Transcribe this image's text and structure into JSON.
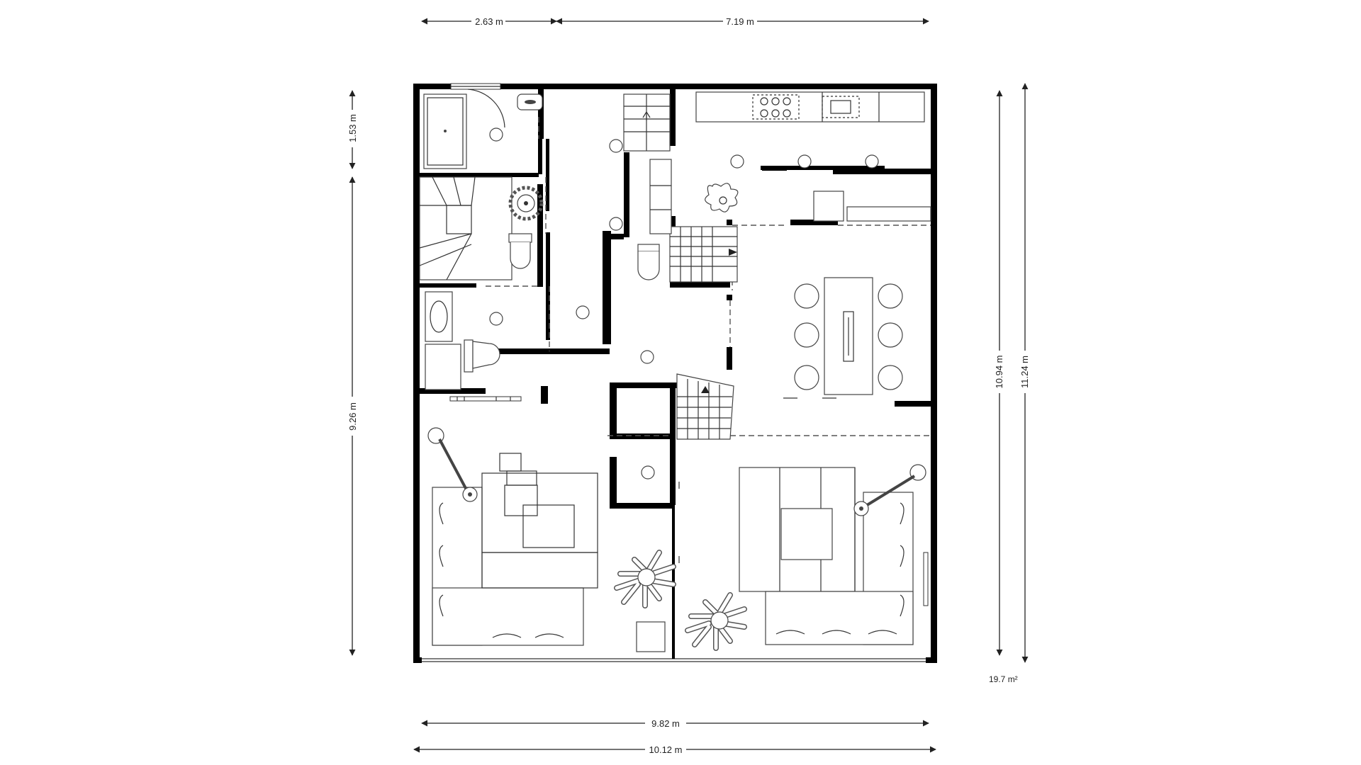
{
  "plan": {
    "dimensions": {
      "top_left": "2.63 m",
      "top_right": "7.19 m",
      "left_top": "1.53 m",
      "left_main": "9.26 m",
      "right_inner": "10.94 m",
      "right_outer": "11.24 m",
      "bottom_inner": "9.82 m",
      "bottom_outer": "10.12 m"
    },
    "area_label": "19.7 m²"
  }
}
